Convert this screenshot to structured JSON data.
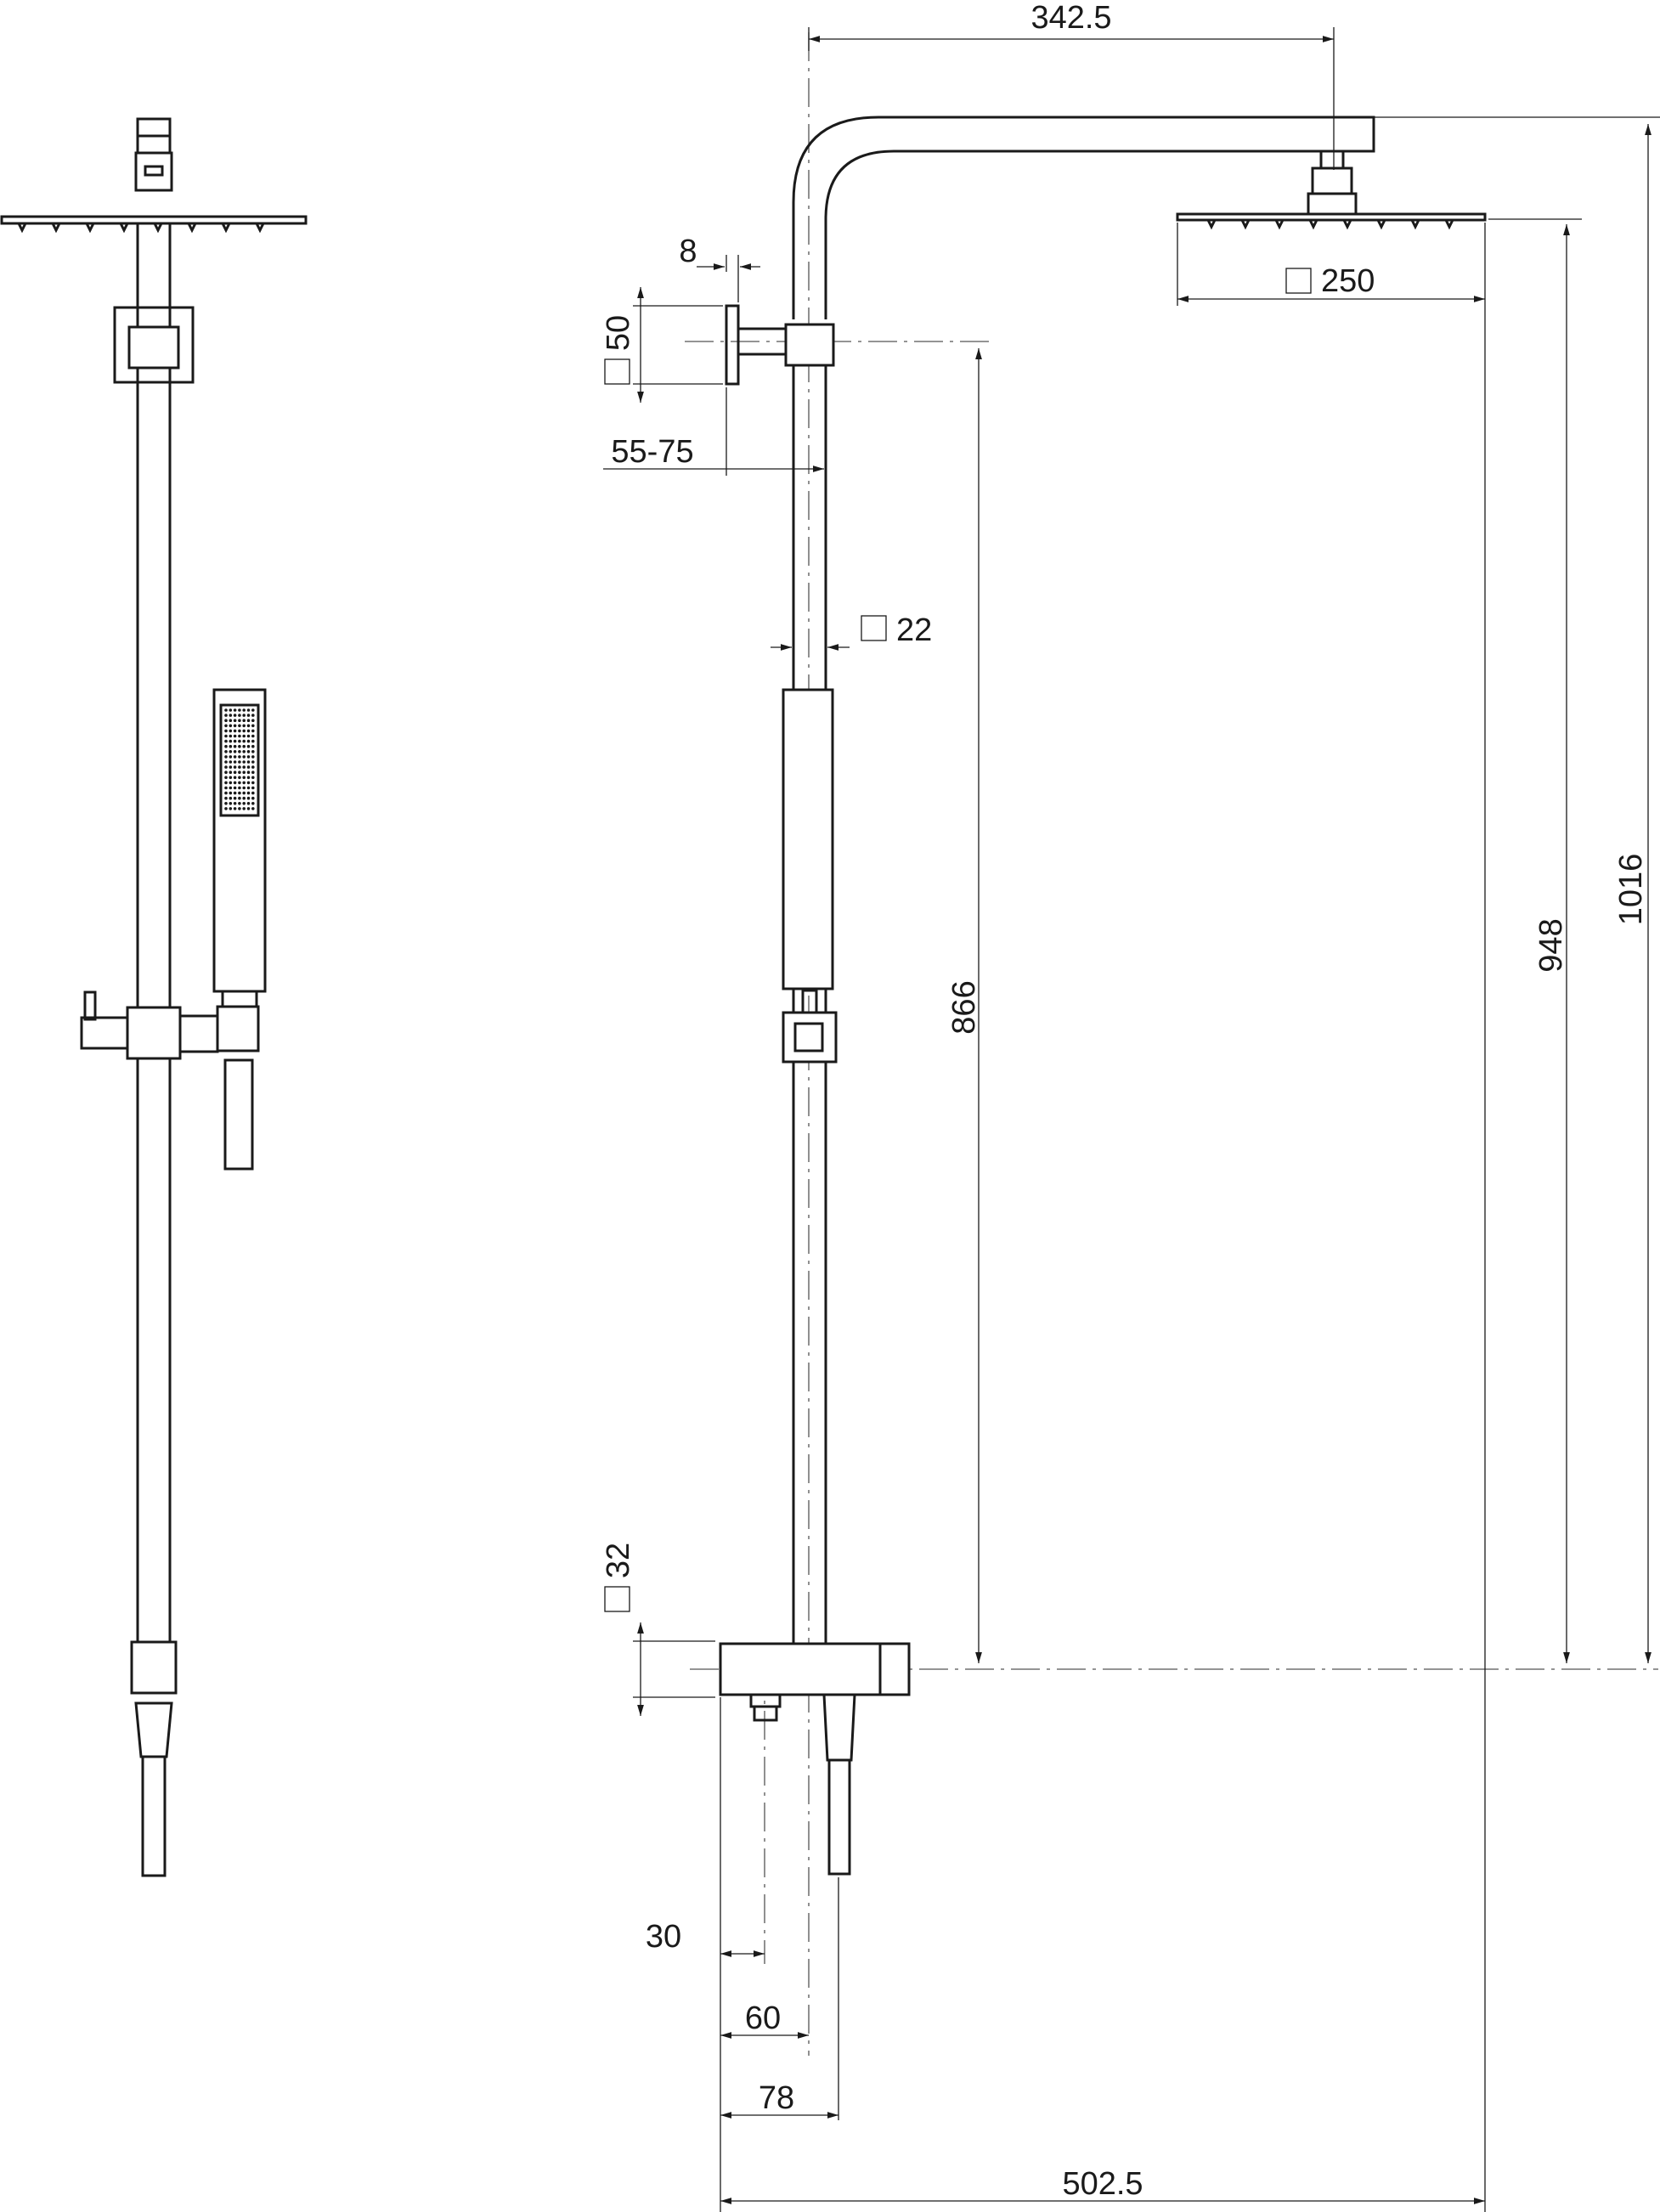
{
  "dimensions": {
    "arm_reach": "342.5",
    "head_size": "250",
    "bracket_thickness": "8",
    "bracket_plate": "50",
    "wall_distance": "55-75",
    "rail_tube": "22",
    "height_bracket": "866",
    "height_head": "948",
    "height_total": "1016",
    "valve_body": "32",
    "outlet_offset": "30",
    "rail_offset": "60",
    "hose_offset": "78",
    "total_width": "502.5"
  },
  "symbols": {
    "square": "square-section-symbol"
  },
  "colors": {
    "line": "#1a1a1a",
    "background": "#ffffff"
  }
}
